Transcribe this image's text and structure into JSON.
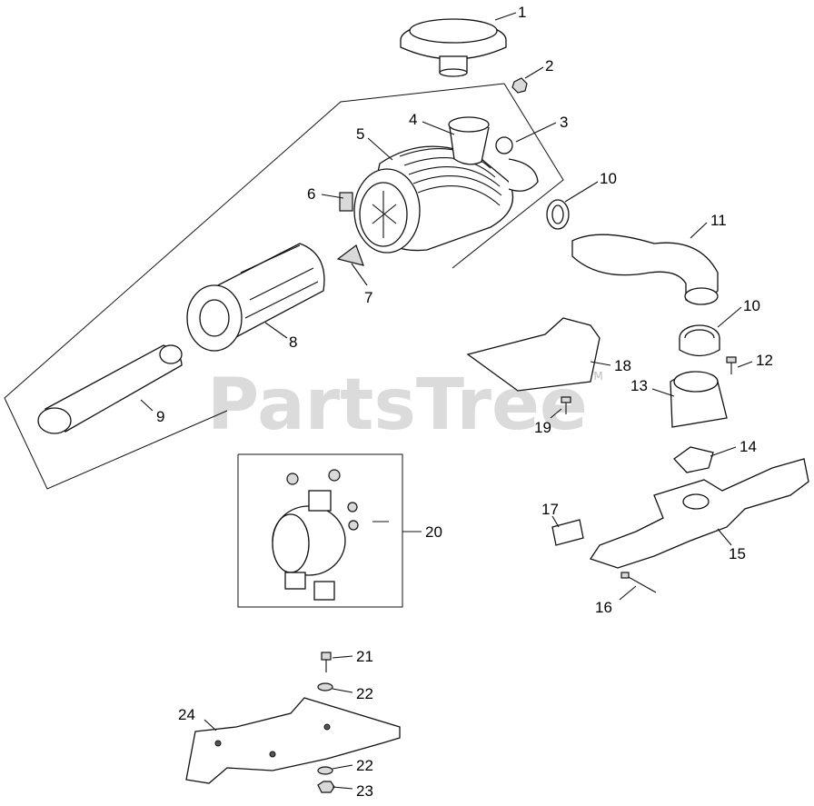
{
  "watermark": {
    "text": "PartsTree",
    "trademark": "TM"
  },
  "callouts": [
    {
      "id": "c1",
      "label": "1"
    },
    {
      "id": "c2",
      "label": "2"
    },
    {
      "id": "c3",
      "label": "3"
    },
    {
      "id": "c4",
      "label": "4"
    },
    {
      "id": "c5",
      "label": "5"
    },
    {
      "id": "c6",
      "label": "6"
    },
    {
      "id": "c7",
      "label": "7"
    },
    {
      "id": "c8",
      "label": "8"
    },
    {
      "id": "c9",
      "label": "9"
    },
    {
      "id": "c10a",
      "label": "10"
    },
    {
      "id": "c10b",
      "label": "10"
    },
    {
      "id": "c11",
      "label": "11"
    },
    {
      "id": "c12",
      "label": "12"
    },
    {
      "id": "c13",
      "label": "13"
    },
    {
      "id": "c14",
      "label": "14"
    },
    {
      "id": "c15",
      "label": "15"
    },
    {
      "id": "c16",
      "label": "16"
    },
    {
      "id": "c17",
      "label": "17"
    },
    {
      "id": "c18",
      "label": "18"
    },
    {
      "id": "c19",
      "label": "19"
    },
    {
      "id": "c20",
      "label": "20"
    },
    {
      "id": "c21",
      "label": "21"
    },
    {
      "id": "c22a",
      "label": "22"
    },
    {
      "id": "c22b",
      "label": "22"
    },
    {
      "id": "c23",
      "label": "23"
    },
    {
      "id": "c24",
      "label": "24"
    }
  ]
}
